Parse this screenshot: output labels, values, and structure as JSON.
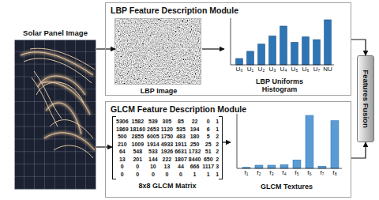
{
  "diagram": {
    "nodes": [
      {
        "text": [
          "Solar Panel Image"
        ]
      },
      {
        "text": [
          "LBP Feature Description Module"
        ]
      },
      {
        "text": [
          "LBP Image"
        ],
        "in": 1
      },
      {
        "text": [
          "LBP Uniforms Histogram"
        ],
        "in": 1
      },
      {
        "text": [
          "GLCM Feature Description Module"
        ]
      },
      {
        "text": [
          "8x8 GLCM Matrix"
        ],
        "in": 4
      },
      {
        "text": [
          "GLCM Textures"
        ],
        "in": 4
      },
      {
        "text": [
          "Features Fusion"
        ]
      }
    ],
    "edges": [
      {
        "from": 0,
        "to": 2,
        "arrow": "to"
      },
      {
        "from": 0,
        "to": 5,
        "arrow": "to"
      },
      {
        "from": 2,
        "to": 3,
        "arrow": "to"
      },
      {
        "from": 5,
        "to": 6,
        "arrow": "to"
      },
      {
        "from": 1,
        "to": 7,
        "arrow": "to"
      },
      {
        "from": 4,
        "to": 7,
        "arrow": "to"
      }
    ],
    "labels": [
      "U₀",
      "U₁",
      "U₂",
      "U₃",
      "U₄",
      "U₅",
      "U₆",
      "U₇",
      "NU",
      "5306",
      "1582",
      "539",
      "305",
      "85",
      "22",
      "0",
      "1",
      "1869",
      "18160",
      "2653",
      "1120",
      "535",
      "194",
      "6",
      "1",
      "500",
      "2855",
      "6005",
      "1750",
      "483",
      "180",
      "5",
      "2",
      "210",
      "1009",
      "1914",
      "4933",
      "1911",
      "250",
      "25",
      "2",
      "64",
      "548",
      "533",
      "1926",
      "6631",
      "1732",
      "51",
      "2",
      "13",
      "201",
      "144",
      "222",
      "1807",
      "8440",
      "650",
      "2",
      "0",
      "0",
      "10",
      "13",
      "44",
      "666",
      "1117",
      "3",
      "0",
      "0",
      "0",
      "0",
      "0",
      "1",
      "1",
      "1",
      "f₁",
      "f₂",
      "f₃",
      "f₄",
      "f₅",
      "f₆",
      "f₇",
      "f₈"
    ]
  }
}
